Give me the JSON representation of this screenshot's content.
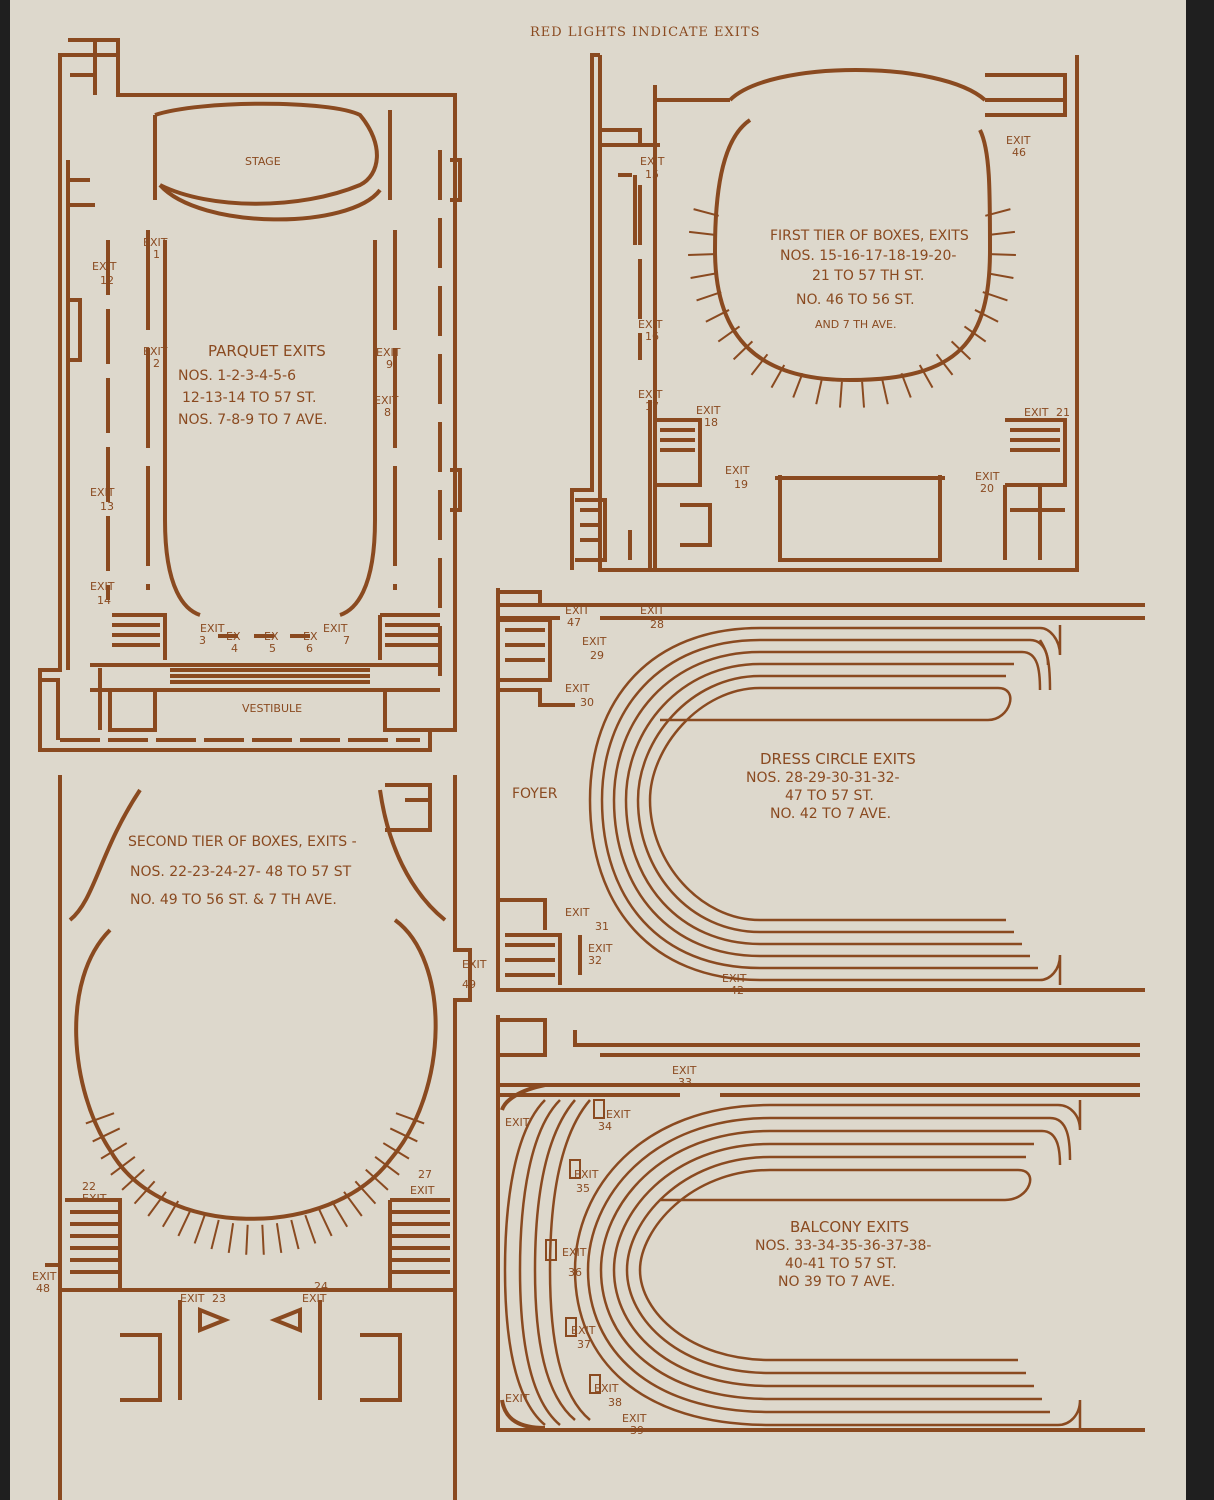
{
  "header": "RED LIGHTS INDICATE EXITS",
  "ink_color": "#8a4a20",
  "paper_color": "#ddd8cc",
  "parquet": {
    "stage": "STAGE",
    "vestibule": "VESTIBULE",
    "title": "PARQUET EXITS",
    "lines": [
      "NOS. 1-2-3-4-5-6",
      "12-13-14 TO 57 ST.",
      "NOS. 7-8-9 TO 7 AVE."
    ],
    "exit_word": "EXIT",
    "ex_word": "EX",
    "exits": [
      "1",
      "2",
      "3",
      "4",
      "5",
      "6",
      "7",
      "8",
      "9",
      "12",
      "13",
      "14"
    ]
  },
  "first_tier": {
    "title": "FIRST TIER OF BOXES, EXITS",
    "lines": [
      "NOS. 15-16-17-18-19-20-",
      "21 TO 57 TH ST.",
      "NO. 46 TO 56 ST.",
      "AND 7 TH AVE."
    ],
    "exits": [
      "15",
      "16",
      "17",
      "18",
      "19",
      "20",
      "21",
      "46"
    ]
  },
  "dress_circle": {
    "foyer": "FOYER",
    "title": "DRESS CIRCLE EXITS",
    "lines": [
      "NOS. 28-29-30-31-32-",
      "47 TO 57 ST.",
      "NO. 42 TO 7 AVE."
    ],
    "exits": [
      "28",
      "29",
      "30",
      "31",
      "32",
      "42",
      "47"
    ]
  },
  "second_tier": {
    "title": "SECOND TIER OF BOXES, EXITS -",
    "lines": [
      "NOS. 22-23-24-27- 48 TO 57 ST",
      "NO. 49 TO 56 ST. & 7 TH AVE."
    ],
    "exits": [
      "22",
      "23",
      "24",
      "27",
      "48",
      "49"
    ]
  },
  "balcony": {
    "title": "BALCONY EXITS",
    "lines": [
      "NOS. 33-34-35-36-37-38-",
      "40-41 TO 57 ST.",
      "NO 39 TO 7 AVE."
    ],
    "exits": [
      "33",
      "34",
      "35",
      "36",
      "37",
      "38",
      "39"
    ]
  }
}
